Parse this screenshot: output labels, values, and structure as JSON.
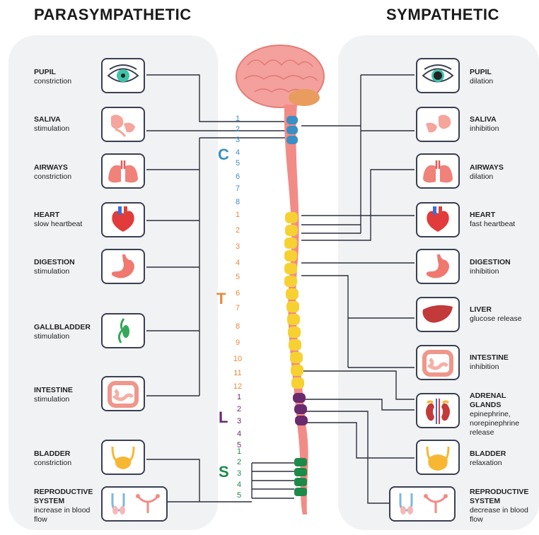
{
  "headings": {
    "left": "PARASYMPATHETIC",
    "right": "SYMPATHETIC"
  },
  "left": [
    {
      "title": "PUPIL",
      "sub": "constriction",
      "icon": "eye-icon"
    },
    {
      "title": "SALIVA",
      "sub": "stimulation",
      "icon": "salivary-gland-icon"
    },
    {
      "title": "AIRWAYS",
      "sub": "constriction",
      "icon": "lungs-icon"
    },
    {
      "title": "HEART",
      "sub": "slow heartbeat",
      "icon": "heart-icon"
    },
    {
      "title": "DIGESTION",
      "sub": "stimulation",
      "icon": "stomach-icon"
    },
    {
      "title": "GALLBLADDER",
      "sub": "stimulation",
      "icon": "gallbladder-icon"
    },
    {
      "title": "INTESTINE",
      "sub": "stimulation",
      "icon": "intestine-icon"
    },
    {
      "title": "BLADDER",
      "sub": "constriction",
      "icon": "bladder-icon"
    },
    {
      "title": "REPRODUCTIVE SYSTEM",
      "sub": "increase in blood flow",
      "icon": "reproductive-system-icon"
    }
  ],
  "right": [
    {
      "title": "PUPIL",
      "sub": "dilation",
      "icon": "eye-icon"
    },
    {
      "title": "SALIVA",
      "sub": "inhibition",
      "icon": "salivary-gland-icon"
    },
    {
      "title": "AIRWAYS",
      "sub": "dilation",
      "icon": "lungs-icon"
    },
    {
      "title": "HEART",
      "sub": "fast heartbeat",
      "icon": "heart-icon"
    },
    {
      "title": "DIGESTION",
      "sub": "inhibition",
      "icon": "stomach-icon"
    },
    {
      "title": "LIVER",
      "sub": "glucose release",
      "icon": "liver-icon"
    },
    {
      "title": "INTESTINE",
      "sub": "inhibition",
      "icon": "intestine-icon"
    },
    {
      "title": "ADRENAL GLANDS",
      "sub": "epinephrine, norepinephrine release",
      "icon": "adrenal-gland-icon"
    },
    {
      "title": "BLADDER",
      "sub": "relaxation",
      "icon": "bladder-icon"
    },
    {
      "title": "REPRODUCTIVE SYSTEM",
      "sub": "decrease in blood flow",
      "icon": "reproductive-system-icon"
    }
  ],
  "spine": {
    "cervical": {
      "letter": "C",
      "numbers": [
        "1",
        "2",
        "3",
        "4",
        "5",
        "6",
        "7",
        "8"
      ],
      "color": "#3a8fc4"
    },
    "thoracic": {
      "letter": "T",
      "numbers": [
        "1",
        "2",
        "3",
        "4",
        "5",
        "6",
        "7",
        "8",
        "9",
        "10",
        "11",
        "12"
      ],
      "color": "#e88a3c"
    },
    "lumbar": {
      "letter": "L",
      "numbers": [
        "1",
        "2",
        "3",
        "4",
        "5"
      ],
      "color": "#6a2a6e"
    },
    "sacral": {
      "letter": "S",
      "numbers": [
        "1",
        "2",
        "3",
        "4",
        "5"
      ],
      "color": "#1e8a4a"
    }
  },
  "colors": {
    "brain": "#f4a09c",
    "cord": "#f28b86",
    "line": "#2b2f3d",
    "icon_border": "#3a3f52",
    "panel": "#f1f2f4"
  }
}
